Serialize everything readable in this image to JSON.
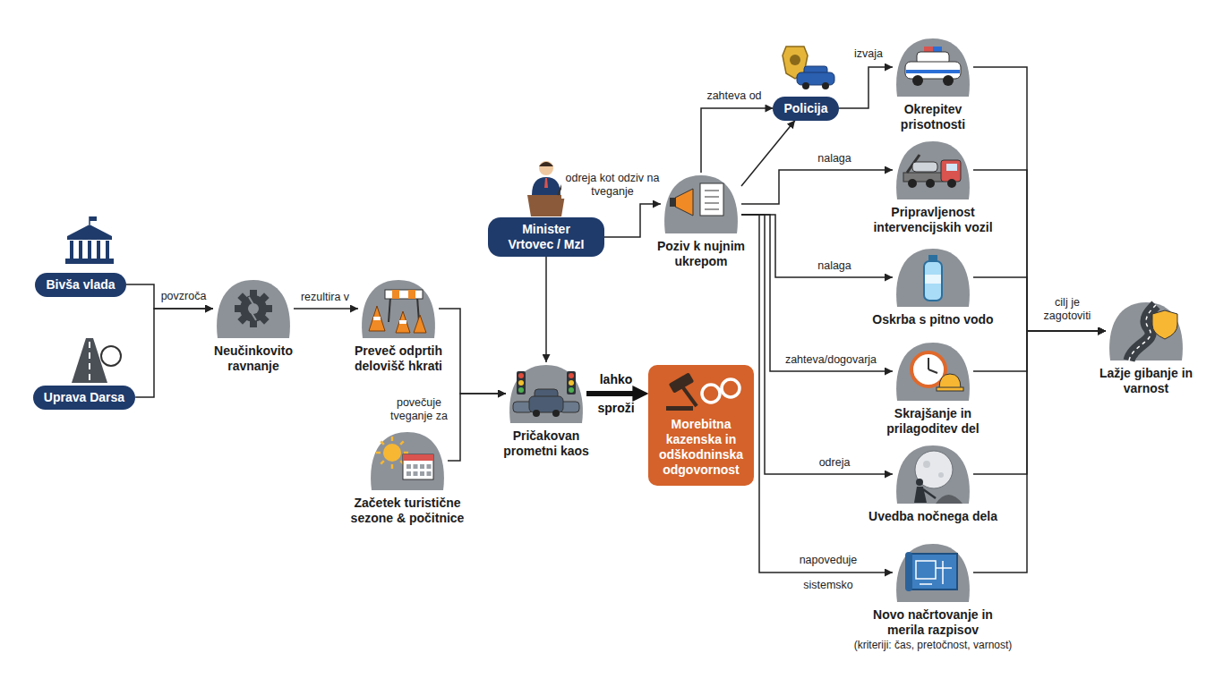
{
  "diagram": {
    "nodes": [
      {
        "text": [
          "Bivša vlada"
        ]
      },
      {
        "text": [
          "Uprava Darsa"
        ]
      },
      {
        "text": [
          "Neučinkovito ravnanje"
        ]
      },
      {
        "text": [
          "Preveč odprtih delovišč hkrati"
        ]
      },
      {
        "text": [
          "Začetek turistične sezone & počitnice"
        ]
      },
      {
        "text": [
          "Minister Vrtovec / MzI"
        ]
      },
      {
        "text": [
          "Pričakovan prometni kaos"
        ]
      },
      {
        "text": [
          "Morebitna kazenska in odškodninska odgovornost"
        ]
      },
      {
        "text": [
          "Poziv k nujnim ukrepom"
        ]
      },
      {
        "text": [
          "Policija"
        ]
      },
      {
        "text": [
          "Okrepitev prisotnosti"
        ]
      },
      {
        "text": [
          "Pripravljenost intervencijskih vozil"
        ]
      },
      {
        "text": [
          "Oskrba s pitno vodo"
        ]
      },
      {
        "text": [
          "Skrajšanje in prilagoditev del"
        ]
      },
      {
        "text": [
          "Uvedba nočnega dela"
        ]
      },
      {
        "text": [
          "Novo načrtovanje in merila razpisov",
          "(kriteriji: čas, pretočnost, varnost)"
        ]
      },
      {
        "text": [
          "Lažje gibanje in varnost"
        ]
      }
    ],
    "edges": [
      {
        "from": 0,
        "to": 2,
        "label": "povzroča",
        "arrow": "to"
      },
      {
        "from": 1,
        "to": 2,
        "arrow": "to"
      },
      {
        "from": 2,
        "to": 3,
        "label": "rezultira v",
        "arrow": "to"
      },
      {
        "from": 3,
        "to": 6,
        "label": "povečuje tveganje za",
        "arrow": "to"
      },
      {
        "from": 4,
        "to": 6,
        "arrow": "to"
      },
      {
        "from": 5,
        "to": 6,
        "arrow": "to"
      },
      {
        "from": 5,
        "to": 8,
        "label": "odreja kot odziv na tveganje",
        "arrow": "to"
      },
      {
        "from": 6,
        "to": 7,
        "label": "lahko sproži",
        "arrow": "to"
      },
      {
        "from": 8,
        "to": 9,
        "label": "zahteva od",
        "arrow": "to"
      },
      {
        "from": 8,
        "to": 9,
        "arrow": "to"
      },
      {
        "from": 9,
        "to": 10,
        "label": "izvaja",
        "arrow": "to"
      },
      {
        "from": 8,
        "to": 11,
        "label": "nalaga",
        "arrow": "to"
      },
      {
        "from": 8,
        "to": 12,
        "label": "nalaga",
        "arrow": "to"
      },
      {
        "from": 8,
        "to": 13,
        "label": "zahteva/dogovarja",
        "arrow": "to"
      },
      {
        "from": 8,
        "to": 14,
        "label": "odreja",
        "arrow": "to"
      },
      {
        "from": 8,
        "to": 15,
        "label": "napoveduje sistemsko",
        "arrow": "to"
      },
      {
        "from": 10,
        "to": 16,
        "arrow": "to"
      },
      {
        "from": 11,
        "to": 16,
        "arrow": "to"
      },
      {
        "from": 12,
        "to": 16,
        "label": "cilj je zagotoviti",
        "arrow": "to"
      },
      {
        "from": 13,
        "to": 16,
        "arrow": "to"
      },
      {
        "from": 14,
        "to": 16,
        "arrow": "to"
      },
      {
        "from": 15,
        "to": 16,
        "arrow": "to"
      }
    ]
  }
}
